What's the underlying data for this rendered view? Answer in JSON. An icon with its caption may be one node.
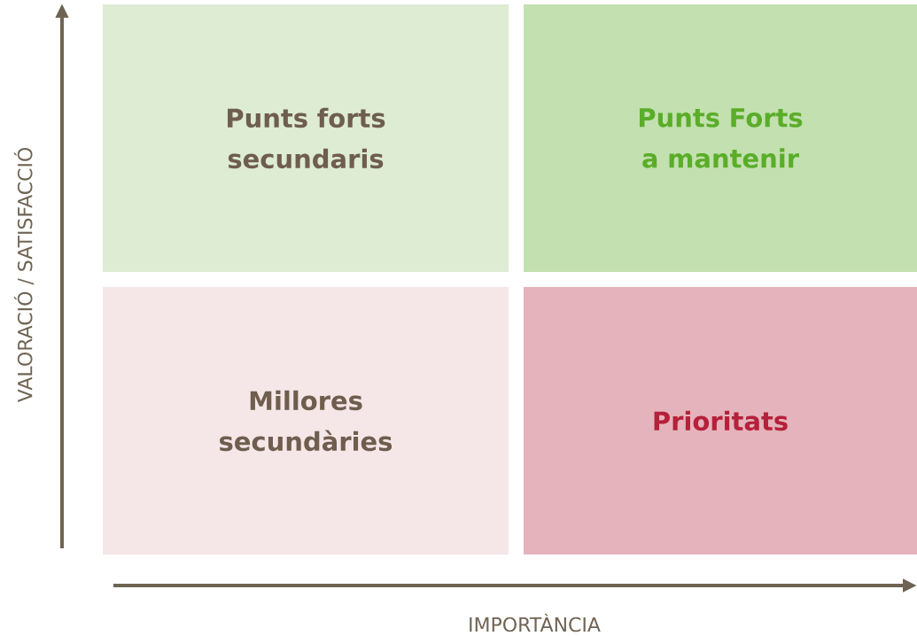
{
  "diagram": {
    "nodes": [
      {
        "text": [
          "Punts forts secundaris"
        ]
      },
      {
        "text": [
          "Punts Forts a mantenir"
        ]
      },
      {
        "text": [
          "Millores secundàries"
        ]
      },
      {
        "text": [
          "Prioritats"
        ]
      }
    ],
    "labels": [
      "VALORACIÓ / SATISFACCIÓ",
      "IMPORTÀNCIA"
    ]
  }
}
